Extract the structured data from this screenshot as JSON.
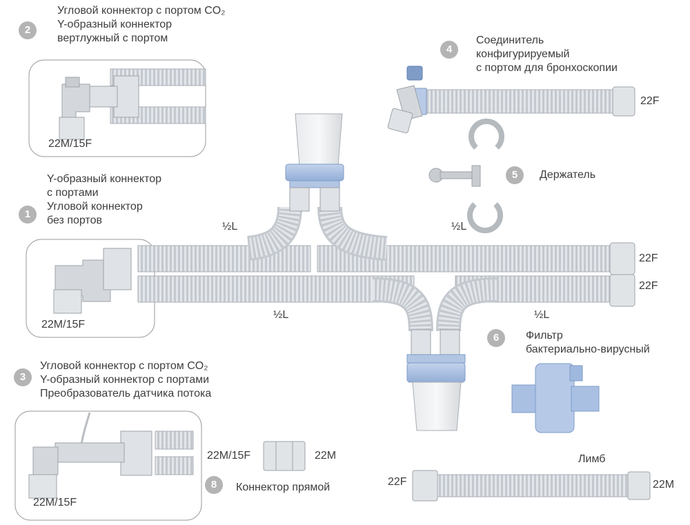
{
  "callouts": [
    {
      "num": "2",
      "lines": [
        "Угловой коннектор с портом CO₂",
        "Y-образный коннектор",
        "вертлужный с портом"
      ]
    },
    {
      "num": "4",
      "lines": [
        "Соединитель",
        "конфигурируемый",
        "с портом для бронхоскопии"
      ]
    },
    {
      "num": "1",
      "lines": [
        "Y-образный коннектор",
        "с портами",
        "Угловой коннектор",
        "без портов"
      ]
    },
    {
      "num": "5",
      "lines": [
        "Держатель"
      ]
    },
    {
      "num": "6",
      "lines": [
        "Фильтр",
        "бактериально-вирусный"
      ]
    },
    {
      "num": "3",
      "lines": [
        "Угловой коннектор с портом CO₂",
        "Y-образный коннектор с портами",
        "Преобразователь датчика потока"
      ]
    },
    {
      "num": "8",
      "lines": [
        "Коннектор прямой"
      ]
    }
  ],
  "limb_label": "Лимб",
  "sizes": {
    "s22m15f": "22M/15F",
    "s22f": "22F",
    "s22m": "22M"
  },
  "half_length": "½L",
  "colors": {
    "accent_blue": "#9fb8de",
    "tube": "#dde1e6",
    "badge": "#b4b4b4"
  }
}
